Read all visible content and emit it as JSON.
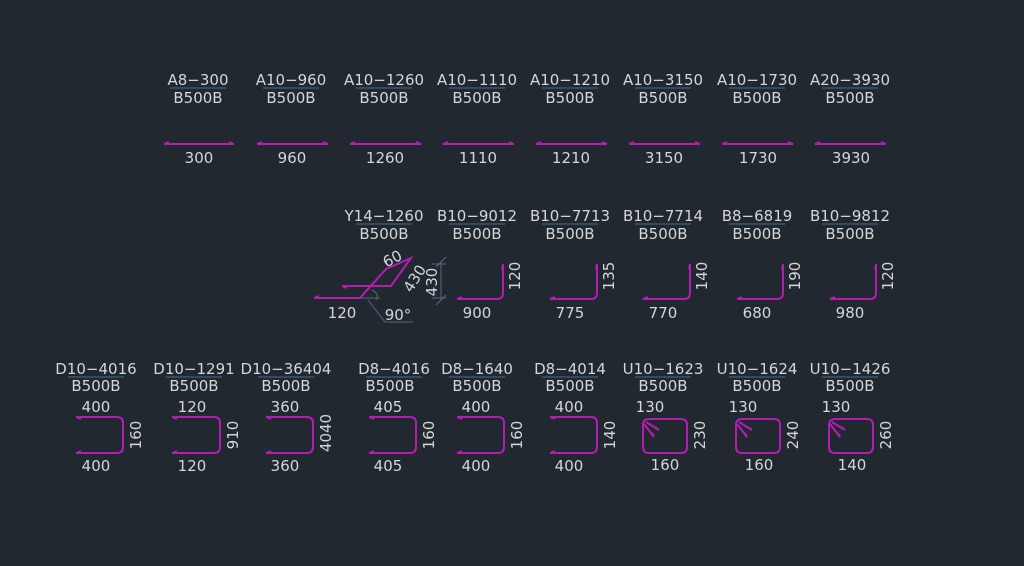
{
  "colors": {
    "background": "#212830",
    "bar_stroke": "#b41cb4",
    "text": "#d4d6d8",
    "underline": "#3b5670",
    "aux_lines": "#56697a"
  },
  "rows": {
    "straight": [
      {
        "mark": "A8−300",
        "grade": "B500B",
        "length": "300"
      },
      {
        "mark": "A10−960",
        "grade": "B500B",
        "length": "960"
      },
      {
        "mark": "A10−1260",
        "grade": "B500B",
        "length": "1260"
      },
      {
        "mark": "A10−1110",
        "grade": "B500B",
        "length": "1110"
      },
      {
        "mark": "A10−1210",
        "grade": "B500B",
        "length": "1210"
      },
      {
        "mark": "A10−3150",
        "grade": "B500B",
        "length": "3150"
      },
      {
        "mark": "A10−1730",
        "grade": "B500B",
        "length": "1730"
      },
      {
        "mark": "A20−3930",
        "grade": "B500B",
        "length": "3930"
      }
    ],
    "bent": [
      {
        "mark": "Y14−1260",
        "grade": "B500B",
        "d1": "120",
        "d2": "60",
        "d3": "430",
        "d4": "430",
        "angle": "90°"
      },
      {
        "mark": "B10−9012",
        "grade": "B500B",
        "horizontal": "900",
        "vertical": "120"
      },
      {
        "mark": "B10−7713",
        "grade": "B500B",
        "horizontal": "775",
        "vertical": "135"
      },
      {
        "mark": "B10−7714",
        "grade": "B500B",
        "horizontal": "770",
        "vertical": "140"
      },
      {
        "mark": "B8−6819",
        "grade": "B500B",
        "horizontal": "680",
        "vertical": "190"
      },
      {
        "mark": "B10−9812",
        "grade": "B500B",
        "horizontal": "980",
        "vertical": "120"
      }
    ],
    "u_bars": [
      {
        "mark": "D10−4016",
        "grade": "B500B",
        "top": "400",
        "bottom": "400",
        "side": "160"
      },
      {
        "mark": "D10−1291",
        "grade": "B500B",
        "top": "120",
        "bottom": "120",
        "side": "910"
      },
      {
        "mark": "D10−36404",
        "grade": "B500B",
        "top": "360",
        "bottom": "360",
        "side": "4040"
      },
      {
        "mark": "D8−4016",
        "grade": "B500B",
        "top": "405",
        "bottom": "405",
        "side": "160"
      },
      {
        "mark": "D8−1640",
        "grade": "B500B",
        "top": "400",
        "bottom": "400",
        "side": "160"
      },
      {
        "mark": "D8−4014",
        "grade": "B500B",
        "top": "400",
        "bottom": "400",
        "side": "140"
      }
    ],
    "stirrups": [
      {
        "mark": "U10−1623",
        "grade": "B500B",
        "hook": "130",
        "bottom": "160",
        "side": "230"
      },
      {
        "mark": "U10−1624",
        "grade": "B500B",
        "hook": "130",
        "bottom": "160",
        "side": "240"
      },
      {
        "mark": "U10−1426",
        "grade": "B500B",
        "hook": "130",
        "bottom": "140",
        "side": "260"
      }
    ]
  }
}
